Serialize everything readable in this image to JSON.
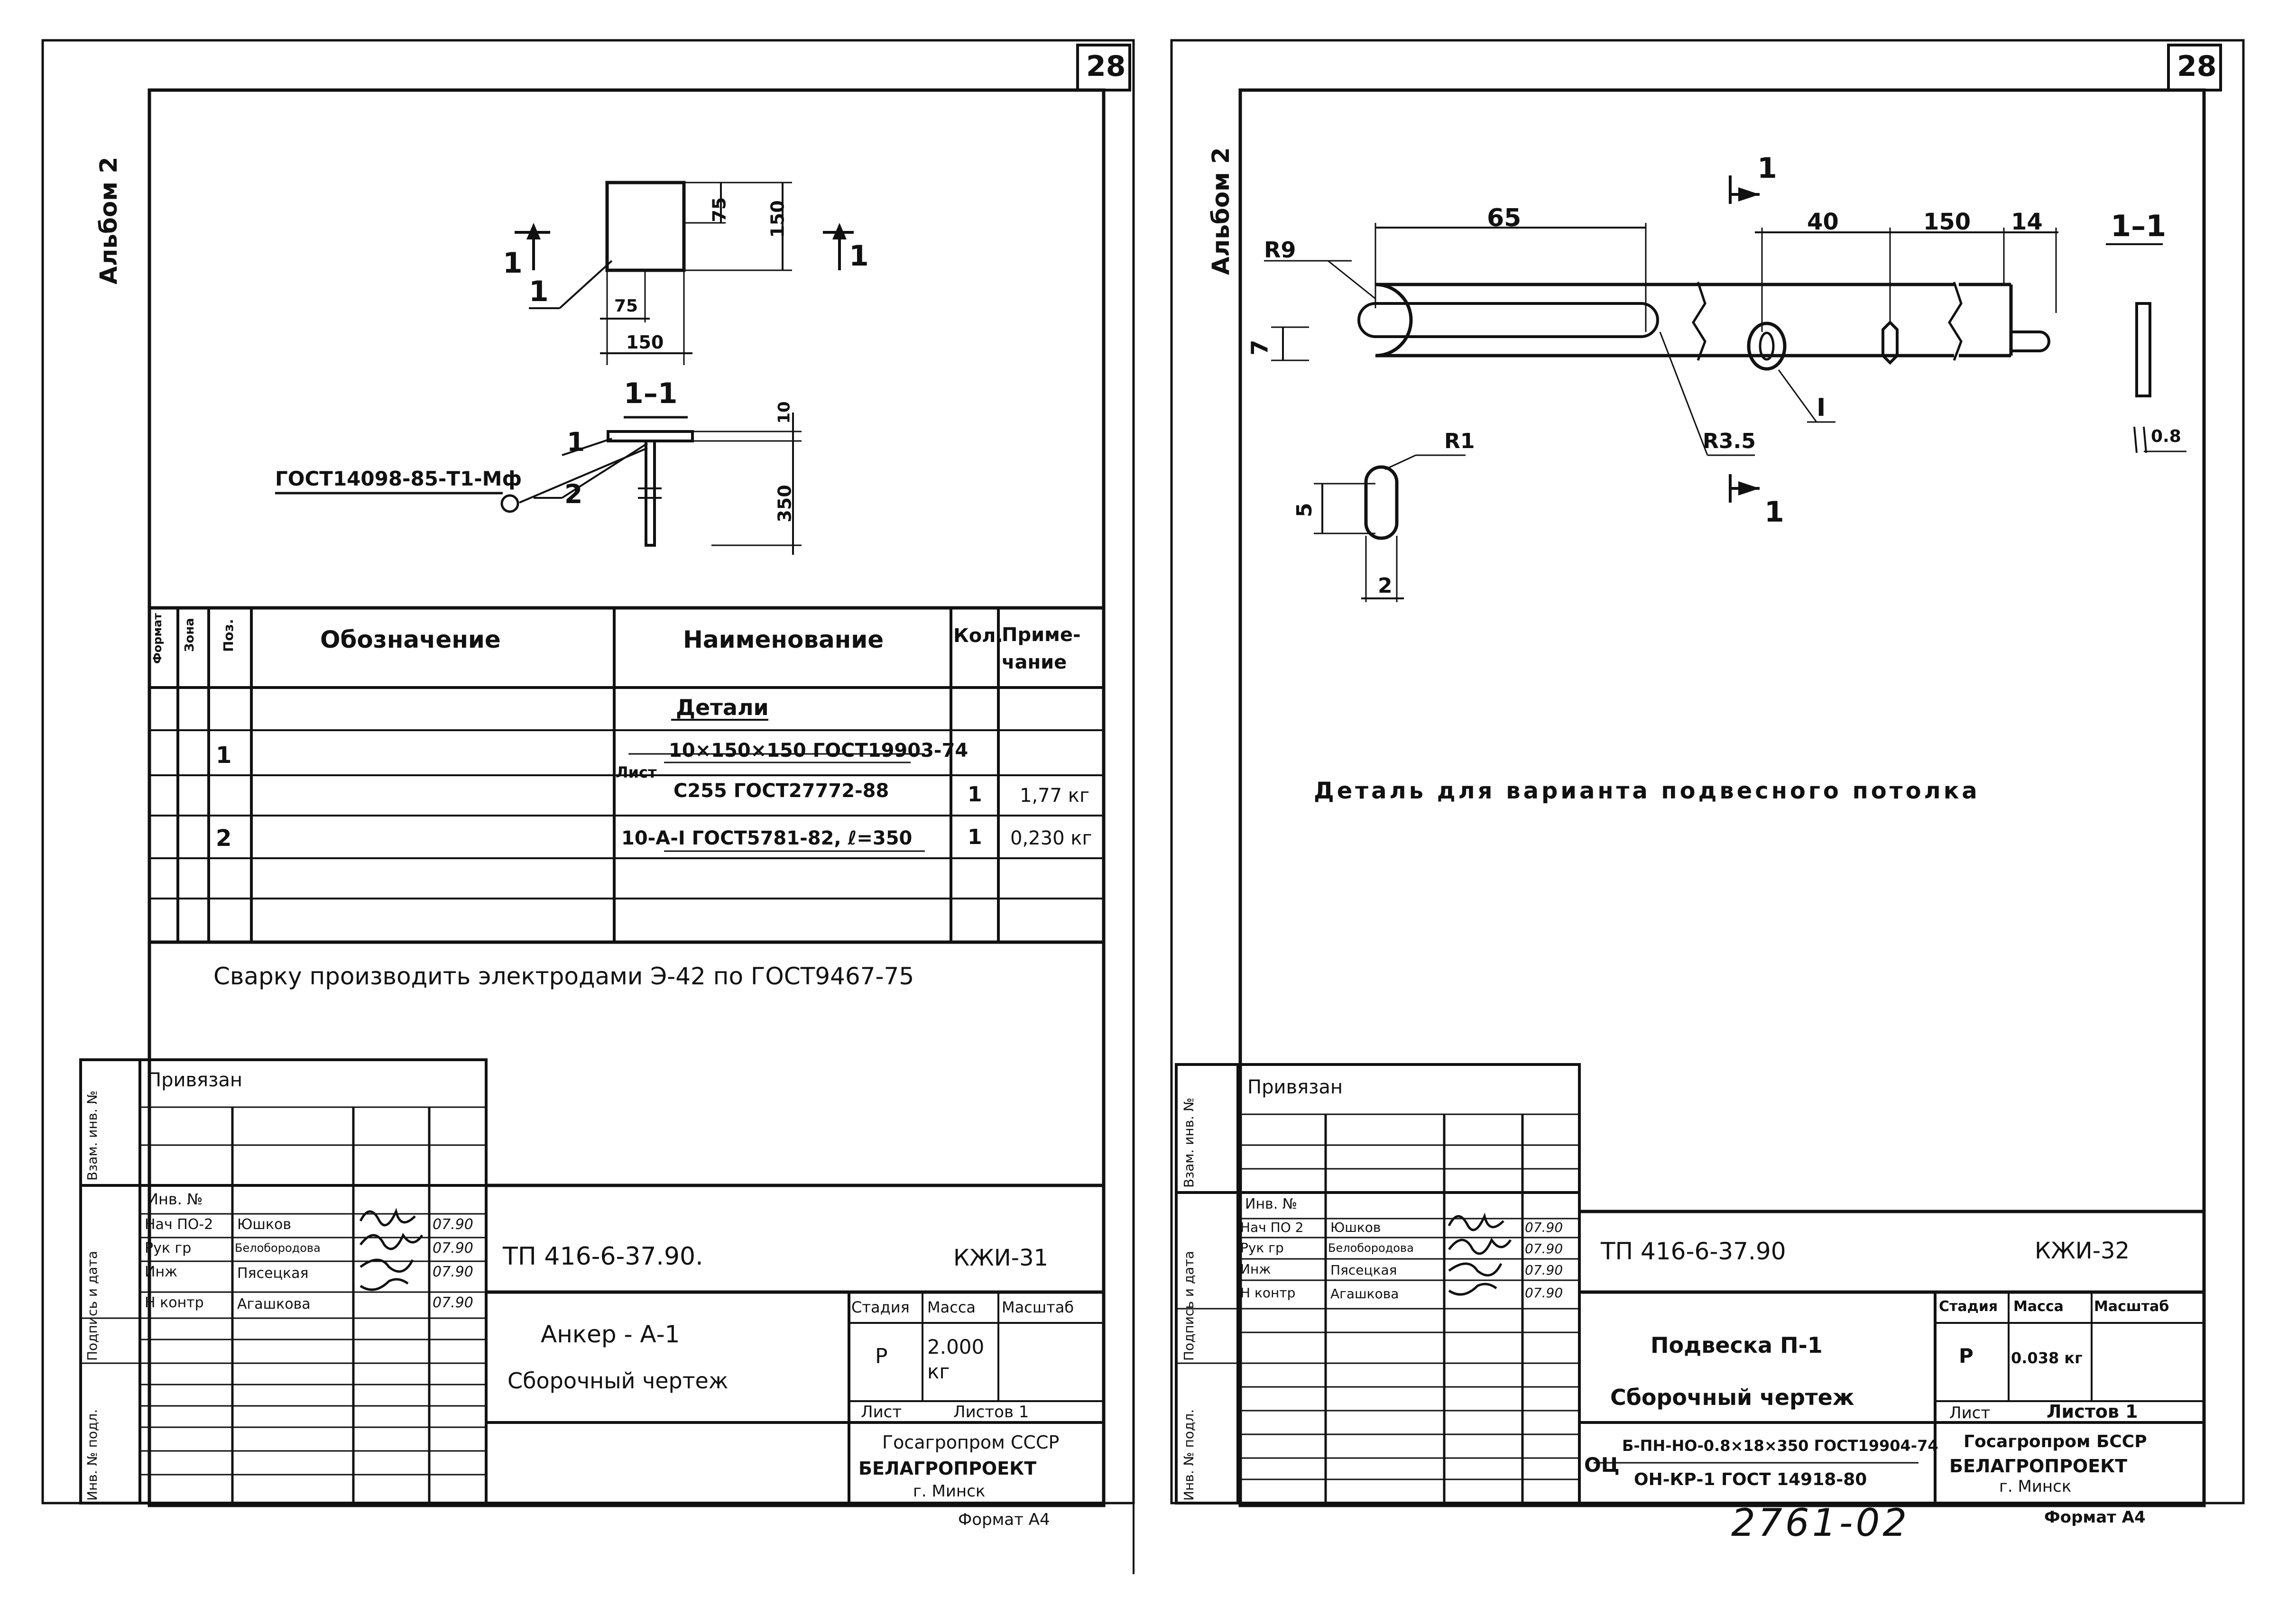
{
  "left_sheet": {
    "sheet_number": "28",
    "album": "Альбом 2",
    "drawing": {
      "section_label": "1–1",
      "cut_marker": "1",
      "pos_label_1": "1",
      "pos_label_2": "2",
      "dim_75_top": "75",
      "dim_150_side": "150",
      "dim_75_bottom": "75",
      "dim_150_bottom": "150",
      "dim_10": "10",
      "dim_350": "350",
      "weld_symbol": "ГОСТ14098-85-Т1-Мф"
    },
    "spec_table": {
      "headers": {
        "format": "Формат",
        "zone": "Зона",
        "pos": "Поз.",
        "designation": "Обозначение",
        "name": "Наименование",
        "qty": "Кол.",
        "note": "Приме-чание"
      },
      "section_title": "Детали",
      "row1": {
        "pos": "1",
        "prefix": "Лист",
        "line1": "10×150×150 ГОСТ19903-74",
        "line2": "С255 ГОСТ27772-88",
        "qty": "1",
        "note": "1,77 кг"
      },
      "row2": {
        "pos": "2",
        "name": "10-А-I ГОСТ5781-82, ℓ=350",
        "qty": "1",
        "note": "0,230 кг"
      }
    },
    "welding_note": "Сварку производить электродами Э-42 по ГОСТ9467-75",
    "title_block": {
      "privyazan": "Привязан",
      "vzam_inv": "Взам. инв. №",
      "podpis_data": "Подпись и дата",
      "inv_podl": "Инв. № подл.",
      "inv_n": "Инв. №",
      "roles": [
        "Нач ПО-2",
        "Рук гр",
        "Инж",
        "Н контр"
      ],
      "names": [
        "Юшков",
        "Белобородова",
        "Пясецкая",
        "Агашкова"
      ],
      "dates": [
        "07.90",
        "07.90",
        "07.90",
        "07.90"
      ],
      "code": "ТП 416-6-37.90.",
      "sheet_code": "КЖИ-31",
      "title1": "Анкер - А-1",
      "title2": "Сборочный чертеж",
      "stage_h": "Стадия",
      "mass_h": "Масса",
      "scale_h": "Масштаб",
      "stage": "Р",
      "mass": "2.000 кг",
      "list_h": "Лист",
      "listov": "Листов 1",
      "org1": "Госагропром СССР",
      "org2": "БЕЛАГРОПРОЕКТ",
      "org3": "г. Минск",
      "format": "Формат А4"
    }
  },
  "right_sheet": {
    "sheet_number": "28",
    "album": "Альбом 2",
    "drawing": {
      "r9": "R9",
      "dim_65": "65",
      "dim_40": "40",
      "dim_150": "150",
      "dim_14": "14",
      "dim_7": "7",
      "r35": "R3.5",
      "r1": "R1",
      "dim_5": "5",
      "dim_2": "2",
      "section_label": "1–1",
      "cut_marker": "1",
      "pos_marker": "I",
      "thickness": "0.8"
    },
    "caption": "Деталь для варианта подвесного потолка",
    "title_block": {
      "privyazan": "Привязан",
      "vzam_inv": "Взам. инв. №",
      "podpis_data": "Подпись и дата",
      "inv_podl": "Инв. № подл.",
      "inv_n": "Инв. №",
      "roles": [
        "Нач ПО 2",
        "Рук гр",
        "Инж",
        "Н контр"
      ],
      "names": [
        "Юшков",
        "Белобородова",
        "Пясецкая",
        "Агашкова"
      ],
      "dates": [
        "07.90",
        "07.90",
        "07.90",
        "07.90"
      ],
      "code": "ТП 416-6-37.90",
      "sheet_code": "КЖИ-32",
      "title1": "Подвеска П-1",
      "title2": "Сборочный чертеж",
      "material_prefix": "ОЦ",
      "material1": "Б-ПН-НО-0.8×18×350 ГОСТ19904-74",
      "material2": "ОН-КР-1 ГОСТ 14918-80",
      "stage_h": "Стадия",
      "mass_h": "Масса",
      "scale_h": "Масштаб",
      "stage": "Р",
      "mass": "0.038 кг",
      "list_h": "Лист",
      "listov": "Листов 1",
      "org1": "Госагропром БССР",
      "org2": "БЕЛАГРОПРОЕКТ",
      "org3": "г. Минск",
      "format": "Формат А4"
    },
    "inventory_number": "2761-02"
  }
}
